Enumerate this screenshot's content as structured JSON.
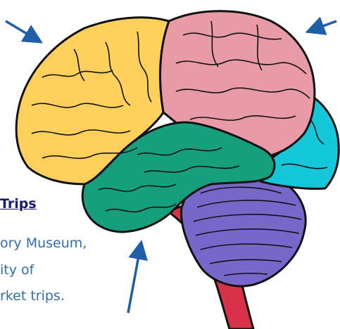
{
  "text": {
    "heading": "Trips",
    "lines": [
      "ory Museum,",
      "ity of",
      "rket trips."
    ]
  },
  "colors": {
    "frontal_lobe": "#fcd05b",
    "parietal_lobe": "#e89aa6",
    "occipital_lobe": "#14c7d9",
    "temporal_lobe": "#169f7d",
    "cerebellum": "#7767c9",
    "brain_stem": "#d8324a",
    "arrow": "#1f5fa6",
    "outline": "#111111"
  }
}
